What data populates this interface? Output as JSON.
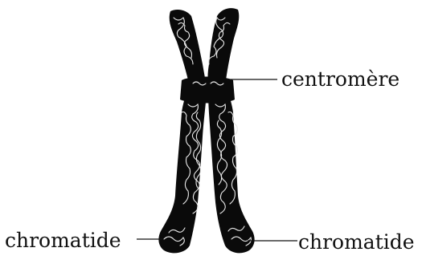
{
  "labels": {
    "centromere": "centromère",
    "chromatid_left": "chromatide",
    "chromatid_right": "chromatide"
  },
  "colors": {
    "chromosome": "#0a0a0a",
    "texture": "#e8e8e8",
    "leader_line": "#111111"
  }
}
